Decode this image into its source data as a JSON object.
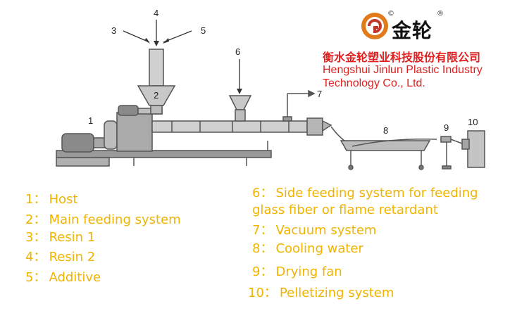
{
  "brand": {
    "logo_text": "金轮",
    "registered_mark": "®",
    "copyright_mark": "©",
    "company_name_cn": "衡水金轮塑业科技股份有限公司",
    "company_name_en_line1": "Hengshui Jinlun Plastic Industry",
    "company_name_en_line2": "Technology Co., Ltd.",
    "colors": {
      "brand_red": "#e02020",
      "logo_orange": "#e07a1a",
      "legend_yellow": "#f0b400"
    }
  },
  "diagram": {
    "labels": [
      "1",
      "2",
      "3",
      "4",
      "5",
      "6",
      "7",
      "8",
      "9",
      "10"
    ]
  },
  "legend": {
    "separator": "：",
    "items": [
      {
        "num": "1",
        "text": "Host"
      },
      {
        "num": "2",
        "text": "Main feeding system"
      },
      {
        "num": "3",
        "text": "Resin 1"
      },
      {
        "num": "4",
        "text": "Resin 2"
      },
      {
        "num": "5",
        "text": "Additive"
      },
      {
        "num": "6",
        "text": "Side feeding system for feeding"
      },
      {
        "num": "",
        "text": "glass fiber or flame retardant"
      },
      {
        "num": "7",
        "text": "Vacuum system"
      },
      {
        "num": "8",
        "text": "Cooling water"
      },
      {
        "num": "9",
        "text": "Drying fan"
      },
      {
        "num": "10",
        "text": "Pelletizing system"
      }
    ]
  }
}
